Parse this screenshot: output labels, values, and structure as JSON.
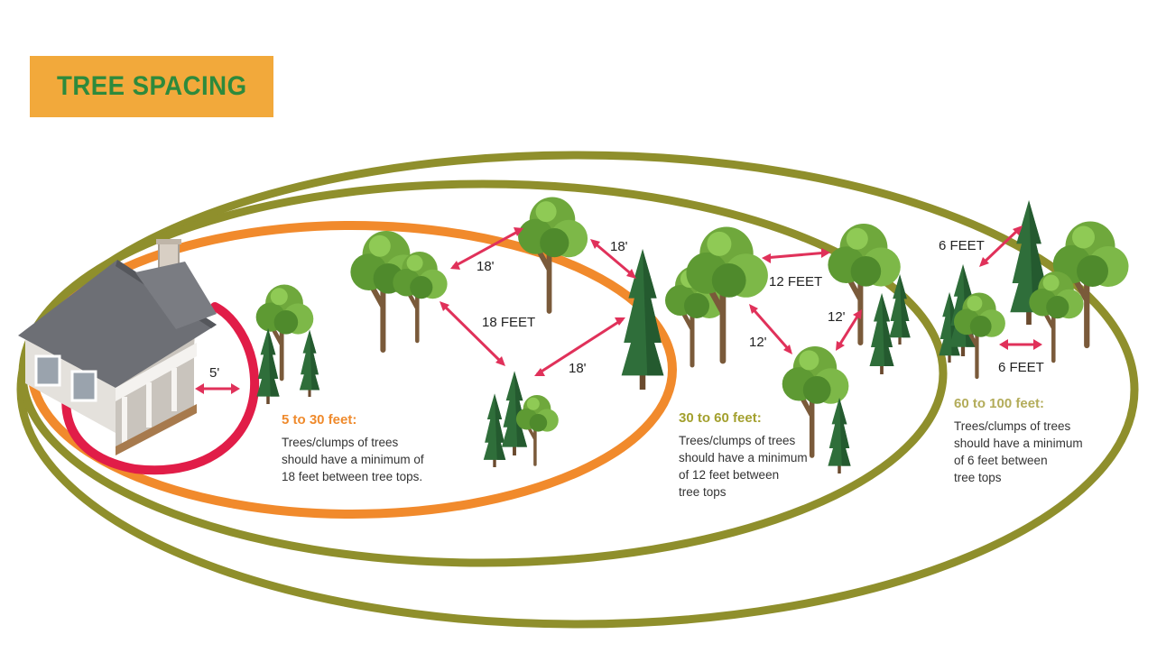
{
  "title": "TREE SPACING",
  "colors": {
    "title_bg": "#f2a93b",
    "title_text": "#2e8a3c",
    "zone1_ring": "#e11d48",
    "zone2_ring": "#f18a2c",
    "zone3_ring": "#8f8f2c",
    "arrow": "#e0315a",
    "zone1_heading": "#ef8a2c",
    "zone2_heading": "#a3a02e",
    "zone3_heading": "#b3ac5a"
  },
  "zones": [
    {
      "heading": "5 to 30 feet:",
      "description": "Trees/clumps of trees\nshould have a minimum of\n18 feet between tree tops."
    },
    {
      "heading": "30 to 60 feet:",
      "description": "Trees/clumps of trees\nshould have a minimum\nof 12 feet between\ntree tops"
    },
    {
      "heading": "60 to 100 feet:",
      "description": "Trees/clumps of trees\nshould have a minimum\nof 6 feet between\ntree tops"
    }
  ],
  "measurements": {
    "house_gap": "5'",
    "z1_top": "18'",
    "z1_right": "18'",
    "z1_center": "18 FEET",
    "z1_bottom": "18'",
    "z2_top": "12 FEET",
    "z2_left": "12'",
    "z2_right": "12'",
    "z3_top": "6 FEET",
    "z3_bottom": "6 FEET"
  },
  "icons": [
    "house-icon",
    "deciduous-tree-icon",
    "conifer-tree-icon",
    "double-arrow-icon"
  ]
}
